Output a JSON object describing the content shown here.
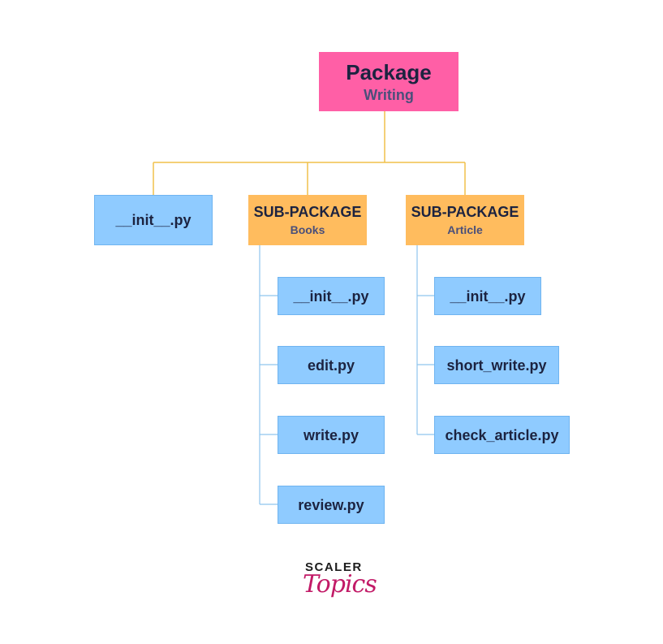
{
  "colors": {
    "root_bg": "#ff5fa6",
    "subpackage_bg": "#ffbc5e",
    "file_bg": "#8fcbff",
    "file_border": "#6fb4f0",
    "root_connector": "#f0c04a",
    "sub_connector": "#8fc5ee"
  },
  "root": {
    "title": "Package",
    "subtitle": "Writing"
  },
  "top_file": {
    "label": "__init__.py"
  },
  "subpackages": [
    {
      "title": "SUB-PACKAGE",
      "subtitle": "Books",
      "files": [
        "__init__.py",
        "edit.py",
        "write.py",
        "review.py"
      ]
    },
    {
      "title": "SUB-PACKAGE",
      "subtitle": "Article",
      "files": [
        "__init__.py",
        "short_write.py",
        "check_article.py"
      ]
    }
  ],
  "logo": {
    "line1": "SCALER",
    "line2": "Topics"
  }
}
